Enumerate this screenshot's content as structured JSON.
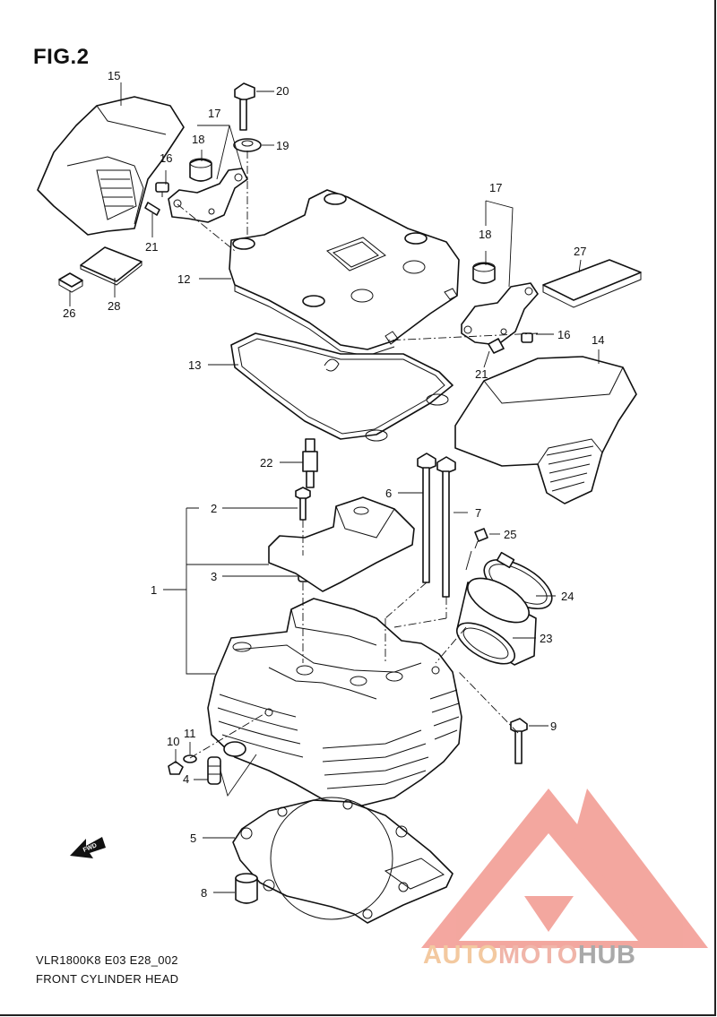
{
  "figure": {
    "title": "FIG.2",
    "model_code": "VLR1800K8 E03 E28_002",
    "caption": "FRONT CYLINDER HEAD"
  },
  "callouts": [
    "1",
    "2",
    "3",
    "4",
    "5",
    "6",
    "7",
    "8",
    "9",
    "10",
    "11",
    "12",
    "13",
    "14",
    "15",
    "16",
    "16",
    "17",
    "17",
    "18",
    "18",
    "19",
    "20",
    "21",
    "21",
    "22",
    "23",
    "24",
    "25",
    "26",
    "27",
    "28"
  ],
  "badge": {
    "text": "FWD"
  },
  "watermark": {
    "part1": "AUTO",
    "part2": "MOTO",
    "part3": "HUB",
    "colors": {
      "triangle": "#f08a80",
      "auto": "#f3c9a0",
      "moto": "#f0b5a9",
      "hub": "#a9a9a9"
    }
  }
}
